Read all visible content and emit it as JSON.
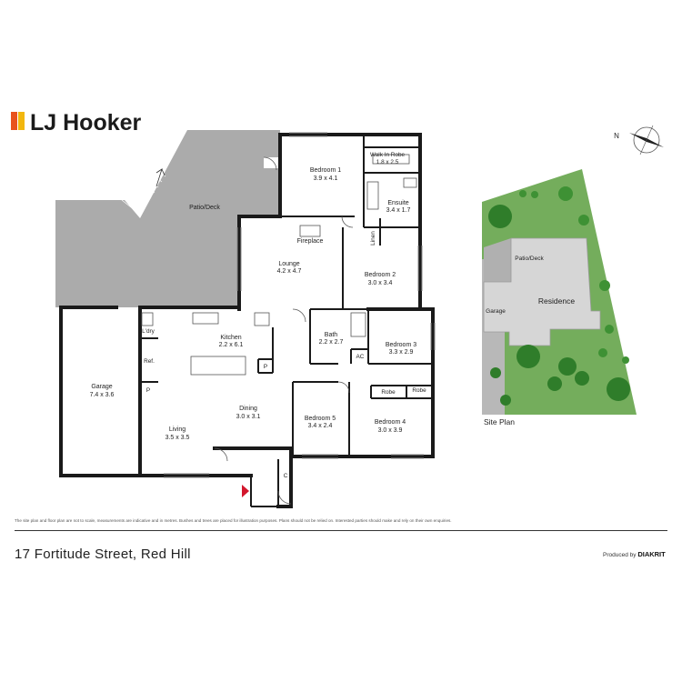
{
  "brand": {
    "name": "LJ Hooker",
    "colors": {
      "bar1": "#e8531d",
      "bar2": "#f2b70f",
      "text": "#1b1b1b"
    }
  },
  "compass": {
    "label": "N"
  },
  "rooms": {
    "patio": {
      "name": "Patio/Deck"
    },
    "bedroom1": {
      "name": "Bedroom 1",
      "size": "3.9 x 4.1"
    },
    "walkin": {
      "name": "Walk In Robe",
      "size": "1.8 x 2.5"
    },
    "ensuite": {
      "name": "Ensuite",
      "size": "3.4 x 1.7"
    },
    "linen": {
      "name": "Linen"
    },
    "fireplace": {
      "name": "Fireplace"
    },
    "lounge": {
      "name": "Lounge",
      "size": "4.2 x 4.7"
    },
    "bedroom2": {
      "name": "Bedroom 2",
      "size": "3.0 x 3.4"
    },
    "kitchen": {
      "name": "Kitchen",
      "size": "2.2 x 6.1"
    },
    "ldry": {
      "name": "L'dry"
    },
    "ref": {
      "name": "Ref."
    },
    "pantry1": {
      "name": "P"
    },
    "pantry2": {
      "name": "P"
    },
    "bath": {
      "name": "Bath",
      "size": "2.2 x 2.7"
    },
    "ac": {
      "name": "AC"
    },
    "bedroom3": {
      "name": "Bedroom 3",
      "size": "3.3 x 2.9"
    },
    "garage": {
      "name": "Garage",
      "size": "7.4 x 3.6"
    },
    "dining": {
      "name": "Dining",
      "size": "3.0 x 3.1"
    },
    "living": {
      "name": "Living",
      "size": "3.5 x 3.5"
    },
    "robe1": {
      "name": "Robe"
    },
    "robe2": {
      "name": "Robe"
    },
    "bedroom5": {
      "name": "Bedroom 5",
      "size": "3.4 x 2.4"
    },
    "bedroom4": {
      "name": "Bedroom 4",
      "size": "3.0 x 3.9"
    },
    "closet": {
      "name": "C"
    }
  },
  "site": {
    "patio": "Patio/Deck",
    "residence": "Residence",
    "garage": "Garage",
    "title": "Site Plan"
  },
  "disclaimer": "The site plan and floor plan are not to scale, measurements are indicative and in metres. Bushes and trees are placed for illustration purposes. Plans should not be relied on. Interested parties should make and rely on their own enquiries.",
  "address": "17 Fortitude Street, Red Hill",
  "producer": {
    "prefix": "Produced by",
    "name": "DIAKRIT"
  },
  "colors": {
    "wall": "#1a1a1a",
    "deck": "#ababab",
    "lawn": "#74ad5c",
    "tree": "#2f7d2a",
    "roof": "#c8c8c8"
  }
}
